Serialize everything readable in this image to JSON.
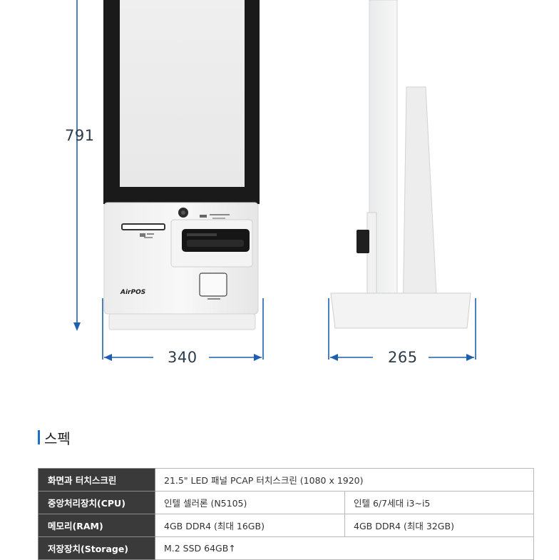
{
  "dimensions": {
    "height": "791",
    "width_front": "340",
    "width_side": "265"
  },
  "kiosk": {
    "brand": "AirPOS"
  },
  "spec_section": {
    "title": "스펙",
    "rows": [
      {
        "label": "화면과 터치스크린",
        "col1": "21.5\" LED 패널 PCAP 터치스크린 (1080 x 1920)",
        "col2": ""
      },
      {
        "label": "중앙처리장치(CPU)",
        "col1": "인텔 셀러론 (N5105)",
        "col2": "인텔 6/7세대 i3~i5"
      },
      {
        "label": "메모리(RAM)",
        "col1": "4GB DDR4 (최대 16GB)",
        "col2": "4GB DDR4 (최대 32GB)"
      },
      {
        "label": "저장장치(Storage)",
        "col1": "M.2 SSD 64GB↑",
        "col2": ""
      }
    ]
  },
  "colors": {
    "accent": "#1d6fc9",
    "dimension_line": "#1f5fae",
    "table_header": "#3a3a3a"
  }
}
